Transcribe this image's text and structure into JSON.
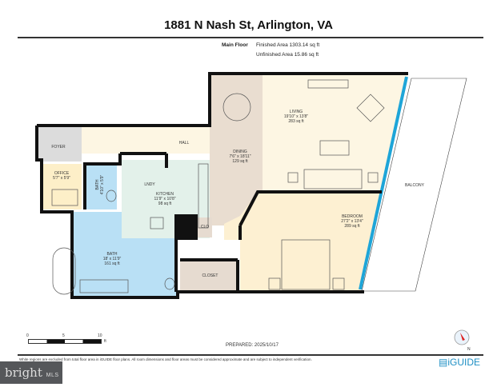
{
  "header": {
    "title": "1881 N Nash St, Arlington, VA",
    "floor_label": "Main Floor",
    "finished_area": "Finished Area 1303.14 sq ft",
    "unfinished_area": "Unfinished Area 15.86 sq ft"
  },
  "rooms": {
    "living": {
      "name": "LIVING",
      "dims": "19'10\" x 13'8\"",
      "area": "283 sq ft"
    },
    "dining": {
      "name": "DINING",
      "dims": "7'6\" x 18'11\"",
      "area": "129 sq ft"
    },
    "kitchen": {
      "name": "KITCHEN",
      "dims": "11'9\" x 10'8\"",
      "area": "98 sq ft"
    },
    "bedroom": {
      "name": "BEDROOM",
      "dims": "27'2\" x 13'4\"",
      "area": "289 sq ft"
    },
    "bath_main": {
      "name": "BATH",
      "dims": "18' x 11'9\"",
      "area": "161 sq ft"
    },
    "office": {
      "name": "OFFICE",
      "dims": "5'7\" x 5'9\""
    },
    "bath_small": {
      "name": "BATH",
      "dims": "4'10\" x 5'9\""
    },
    "foyer": {
      "name": "FOYER"
    },
    "hall": {
      "name": "HALL"
    },
    "laundry": {
      "name": "LNDY"
    },
    "clo": {
      "name": "CLO"
    },
    "closet": {
      "name": "CLOSET"
    },
    "balcony": {
      "name": "BALCONY"
    }
  },
  "colors": {
    "living": "#fdf6e3",
    "dining": "#e9ddd0",
    "kitchen": "#e3f1ea",
    "bedroom": "#fdf0d2",
    "bath": "#b9e0f5",
    "office": "#fdefc8",
    "foyer": "#dcdcdc",
    "closet": "#e6dbd0",
    "window": "#1ea5d8",
    "wall": "#111111"
  },
  "scale": {
    "ticks": [
      "0",
      "5",
      "10"
    ],
    "unit": "ft"
  },
  "footer": {
    "prepared": "PREPARED: 2025/10/17",
    "disclaimer": "White regions are excluded from total floor area in iGUIDE floor plans. All room dimensions and floor areas must be considered approximate and are subject to independent verification.",
    "brand": "iGUIDE",
    "compass_label": "N"
  },
  "watermark": {
    "brand": "bright",
    "suffix": "MLS"
  }
}
